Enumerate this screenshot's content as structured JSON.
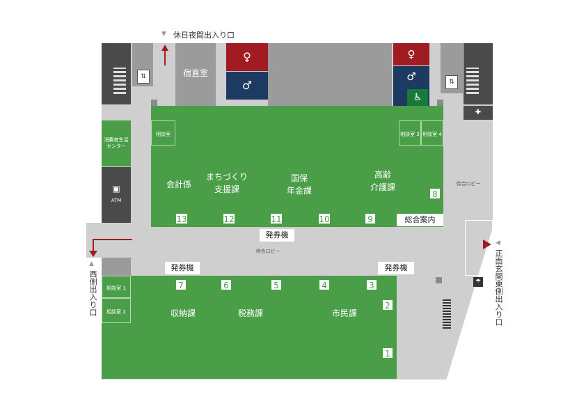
{
  "entrances": {
    "holiday_night": "休日夜間出入り口",
    "west": "西側出入り口",
    "east": "正面玄関東側出入り口"
  },
  "rooms": {
    "night_duty": "宿直室",
    "consumer_center": "消費者生活センター",
    "atm": "ATM",
    "consult": "相談室",
    "consult3": "相談室 3",
    "consult4": "相談室 4",
    "consult1": "相談室 1",
    "consult2": "相談室 2"
  },
  "upper_section": {
    "accounting": "会計係",
    "machizukuri": "まちづくり",
    "machizukuri2": "支援課",
    "kokuho": "国保",
    "kokuho2": "年金課",
    "koureki": "高齢",
    "koureki2": "介護課"
  },
  "lower_section": {
    "shuno": "収納課",
    "zeimu": "税務課",
    "shimin": "市民課"
  },
  "counters": {
    "n1": "1",
    "n2": "2",
    "n3": "3",
    "n4": "4",
    "n5": "5",
    "n6": "6",
    "n7": "7",
    "n8": "8",
    "n9": "9",
    "n10": "10",
    "n11": "11",
    "n12": "12",
    "n13": "13"
  },
  "labels": {
    "ticket_machine": "発券機",
    "general_info": "総合案内",
    "waiting_lobby": "待合ロビー"
  },
  "colors": {
    "office_green": "#4a9e47",
    "corridor_gray": "#cfcfcf",
    "female_restroom": "#a01c22",
    "male_restroom": "#1d3a63",
    "accessible_restroom": "#177a3a",
    "entrance_arrow": "#a01c22"
  }
}
